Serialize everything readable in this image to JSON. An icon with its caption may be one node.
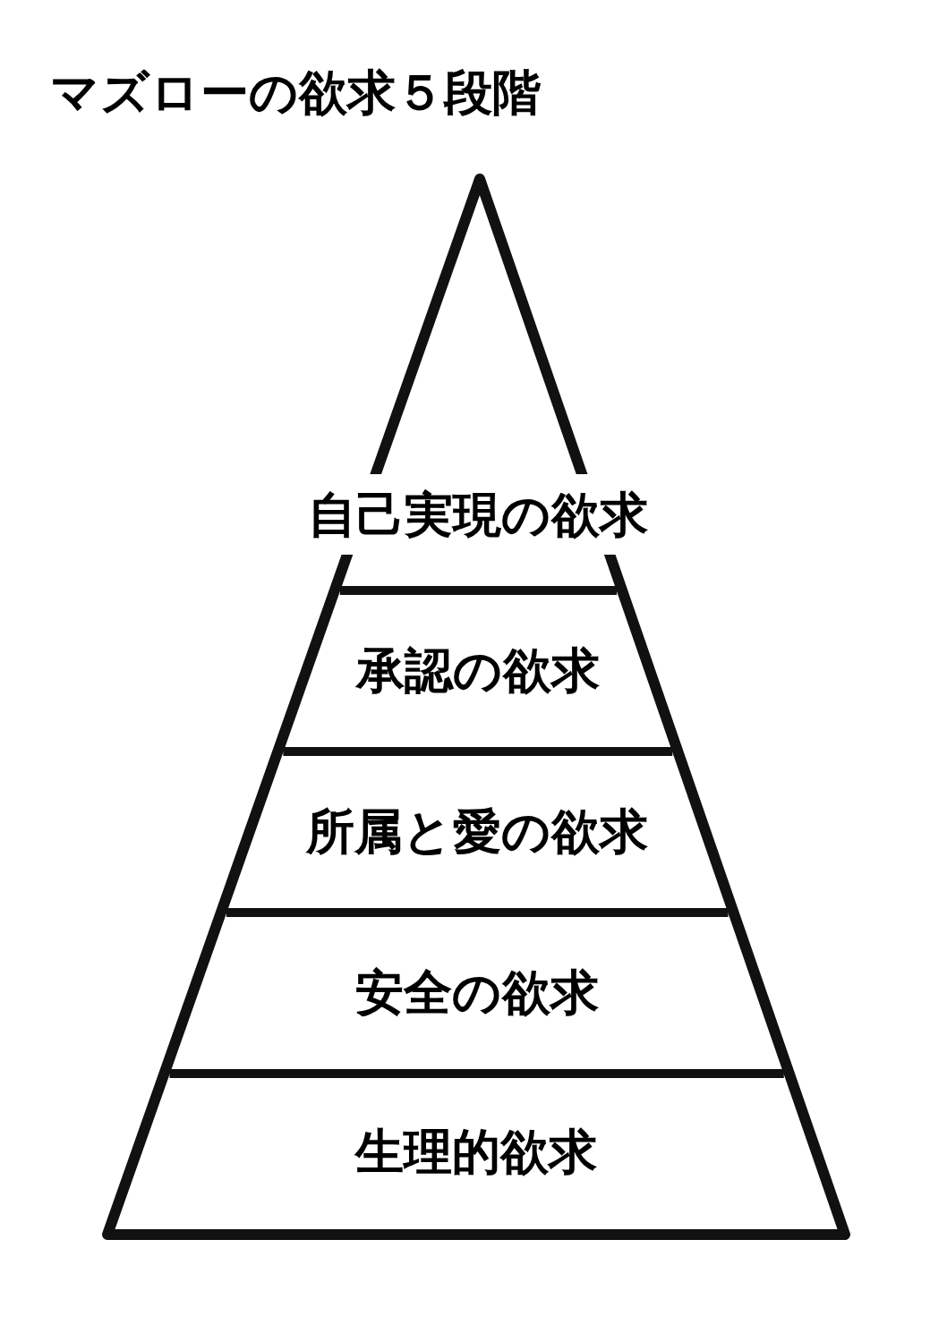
{
  "diagram": {
    "title": "マズローの欲求５段階",
    "nodes": [
      {
        "text": [],
        "shape": "triangle"
      },
      {
        "text": [
          "自己実現の欲求"
        ],
        "in": 0
      },
      {
        "text": [
          "承認の欲求"
        ],
        "in": 0
      },
      {
        "text": [
          "所属と愛の欲求"
        ],
        "in": 0
      },
      {
        "text": [
          "安全の欲求"
        ],
        "in": 0
      },
      {
        "text": [
          "生理的欲求"
        ],
        "in": 0
      }
    ],
    "edges": []
  }
}
